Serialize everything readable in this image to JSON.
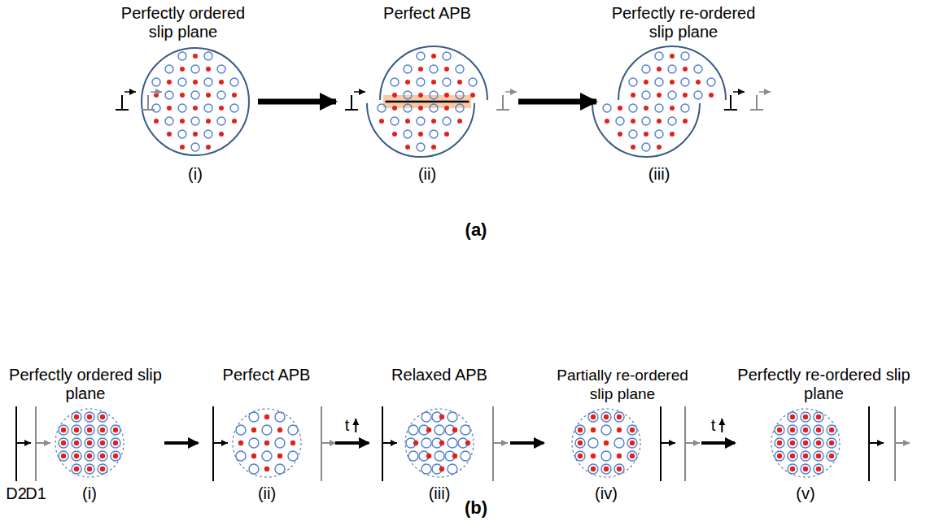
{
  "diagram": {
    "nodes": [
      {
        "text": [
          "Perfectly ordered slip plane"
        ]
      },
      {
        "text": [
          "Perfect APB"
        ]
      },
      {
        "text": [
          "Perfectly re-ordered slip plane"
        ]
      },
      {
        "text": [
          "Perfectly ordered slip plane"
        ]
      },
      {
        "text": [
          "Perfect APB"
        ]
      },
      {
        "text": [
          "Relaxed APB"
        ]
      },
      {
        "text": [
          "Partially re-ordered slip plane"
        ]
      },
      {
        "text": [
          "Perfectly re-ordered slip plane"
        ]
      }
    ],
    "edges": [
      {
        "from": 0,
        "to": 1,
        "arrow": "to"
      },
      {
        "from": 1,
        "to": 2,
        "arrow": "to"
      },
      {
        "from": 3,
        "to": 4,
        "arrow": "to"
      },
      {
        "from": 4,
        "to": 5,
        "arrow": "to",
        "label": "t"
      },
      {
        "from": 5,
        "to": 6,
        "arrow": "to"
      },
      {
        "from": 6,
        "to": 7,
        "arrow": "to",
        "label": "t"
      }
    ],
    "labels": [
      "(i)",
      "(ii)",
      "(iii)",
      "(a)",
      "D2",
      "D1",
      "(i)",
      "(ii)",
      "(iii)",
      "(iv)",
      "(v)",
      "(b)"
    ]
  }
}
